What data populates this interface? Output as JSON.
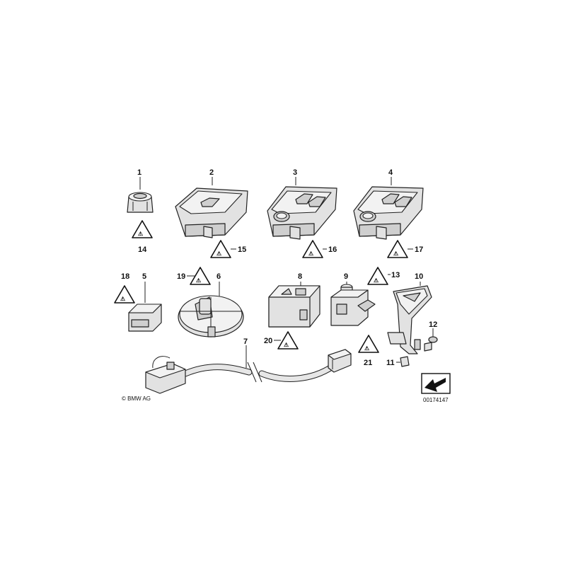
{
  "diagram": {
    "copyright": "© BMW AG",
    "image_number": "00174147",
    "part_numbers": [
      "1",
      "2",
      "3",
      "4",
      "5",
      "6",
      "7",
      "8",
      "9",
      "10",
      "11",
      "12",
      "13",
      "14",
      "15",
      "16",
      "17",
      "18",
      "19",
      "20",
      "21"
    ],
    "warning_symbol_glyph": "⚠",
    "colors": {
      "line": "#222222",
      "fill": "#e2e2e2",
      "background": "#ffffff"
    }
  }
}
